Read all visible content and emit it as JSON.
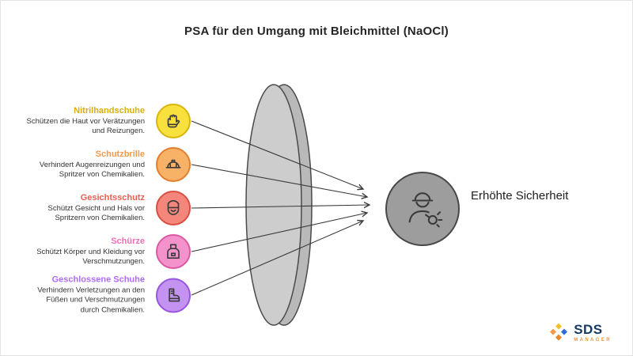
{
  "title": "PSA für den Umgang mit Bleichmittel (NaOCl)",
  "items": [
    {
      "label": "Nitrilhandschuhe",
      "description": "Schützen die Haut vor Verätzungen und Reizungen.",
      "icon": "glove-icon",
      "color": "#D9AE0C",
      "circle_fill": "#F8E13C",
      "circle_border": "#D9B50A"
    },
    {
      "label": "Schutzbrille",
      "description": "Verhindert Augenreizungen und Spritzer von Chemikalien.",
      "icon": "hard-hat-icon",
      "color": "#F2994A",
      "circle_fill": "#F7B267",
      "circle_border": "#E07F2E"
    },
    {
      "label": "Gesichtsschutz",
      "description": "Schützt Gesicht und Hals vor Spritzern von Chemikalien.",
      "icon": "face-shield-icon",
      "color": "#EB5E52",
      "circle_fill": "#F4867B",
      "circle_border": "#D94F43"
    },
    {
      "label": "Schürze",
      "description": "Schützt Körper und Kleidung vor Verschmutzungen.",
      "icon": "apron-icon",
      "color": "#EE6FB5",
      "circle_fill": "#F392CB",
      "circle_border": "#DB58A4"
    },
    {
      "label": "Geschlossene Schuhe",
      "description": "Verhindern Verletzungen an den Füßen und Verschmutzungen durch Chemikalien.",
      "icon": "boot-icon",
      "color": "#B06CF0",
      "circle_fill": "#C493F2",
      "circle_border": "#9A55DE"
    }
  ],
  "result": {
    "label": "Erhöhte Sicherheit",
    "icon": "worker-icon",
    "circle_fill": "#9D9D9D",
    "circle_border": "#474747"
  },
  "lens_color": "#C9C9C9",
  "logo": {
    "name": "SDS",
    "sub": "MANAGER"
  }
}
